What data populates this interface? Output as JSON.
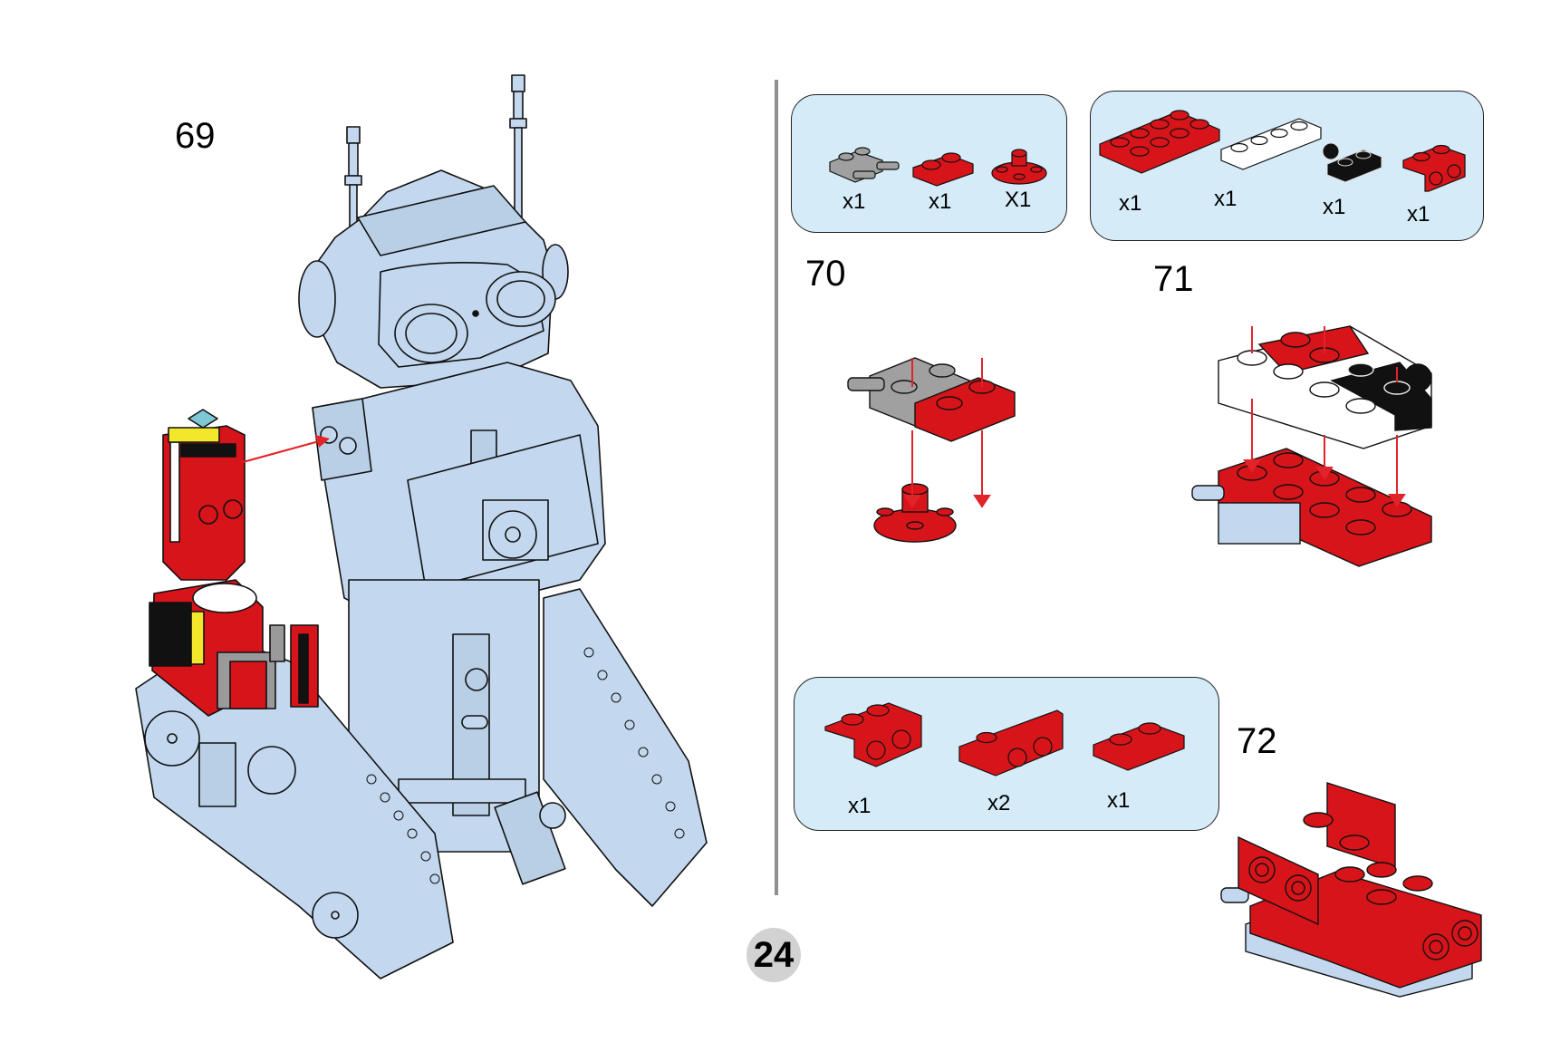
{
  "page": {
    "number": "24",
    "colors": {
      "parts_box_bg": "#d5ebf8",
      "brick_red": "#d7141a",
      "brick_gray": "#a0a0a0",
      "brick_light_blue": "#c3d8ee",
      "brick_black": "#111111",
      "brick_white": "#ffffff",
      "brick_yellow": "#f2e72a",
      "arrow_red": "#e2232a",
      "divider_gray": "#8f8f8f",
      "page_badge_bg": "#d2d2d2"
    }
  },
  "steps": [
    {
      "number": "69",
      "description_icon": "robot-assembly-with-arm-attach-arrow",
      "parts": []
    },
    {
      "number": "70",
      "parts": [
        {
          "icon": "gray-plate-1x2-with-clips",
          "color": "gray",
          "quantity": "x1"
        },
        {
          "icon": "red-plate-1x2",
          "color": "red",
          "quantity": "x1"
        },
        {
          "icon": "red-round-plate-2x2",
          "color": "red",
          "quantity": "X1"
        }
      ],
      "assembly_icon": "gray-and-red-plates-onto-round-plate"
    },
    {
      "number": "71",
      "parts": [
        {
          "icon": "red-plate-2x4",
          "color": "red",
          "quantity": "x1"
        },
        {
          "icon": "white-plate-1x4",
          "color": "white",
          "quantity": "x1"
        },
        {
          "icon": "black-plate-1x2-with-ball",
          "color": "black",
          "quantity": "x1"
        },
        {
          "icon": "red-bracket-1x2",
          "color": "red",
          "quantity": "x1"
        }
      ],
      "assembly_icon": "white-black-red-plates-onto-red-2x4"
    },
    {
      "number": "72",
      "parts": [
        {
          "icon": "red-bracket-1x2-down",
          "color": "red",
          "quantity": "x1"
        },
        {
          "icon": "red-bracket-1x2-inverted",
          "color": "red",
          "quantity": "x2"
        },
        {
          "icon": "red-plate-1x2",
          "color": "red",
          "quantity": "x1"
        }
      ],
      "assembly_icon": "red-brackets-onto-base"
    }
  ]
}
